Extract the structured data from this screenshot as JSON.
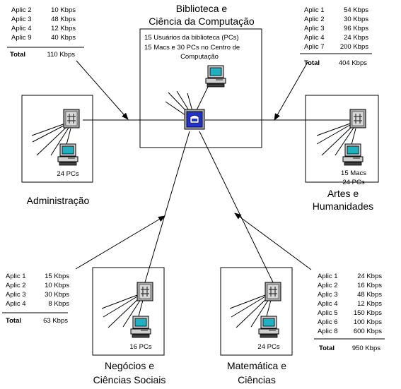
{
  "departments": {
    "library": {
      "title_line1": "Biblioteca e",
      "title_line2": "Ciência da Computação",
      "desc_line1": "15 Usuários da biblioteca (PCs)",
      "desc_line2": "15 Macs e 30 PCs no Centro de",
      "desc_line3": "Computação"
    },
    "admin": {
      "title": "Administração",
      "pcs_label": "24 PCs"
    },
    "arts": {
      "title_line1": "Artes e",
      "title_line2": "Humanidades",
      "macs_label": "15 Macs",
      "pcs_label": "24 PCs"
    },
    "business": {
      "title_line1": "Negócios e",
      "title_line2": "Ciências Sociais",
      "pcs_label": "16 PCs"
    },
    "math": {
      "title_line1": "Matemática e",
      "title_line2": "Ciências",
      "pcs_label": "24 PCs"
    }
  },
  "tables": {
    "admin": {
      "rows": [
        {
          "app": "Aplic 2",
          "rate": "10 Kbps"
        },
        {
          "app": "Aplic 3",
          "rate": "48 Kbps"
        },
        {
          "app": "Aplic 4",
          "rate": "12 Kbps"
        },
        {
          "app": "Aplic 9",
          "rate": "40 Kbps"
        }
      ],
      "total_label": "Total",
      "total_value": "110 Kbps"
    },
    "arts": {
      "rows": [
        {
          "app": "Aplic 1",
          "rate": "54 Kbps"
        },
        {
          "app": "Aplic 2",
          "rate": "30 Kbps"
        },
        {
          "app": "Aplic 3",
          "rate": "96 Kbps"
        },
        {
          "app": "Aplic 4",
          "rate": "24 Kbps"
        },
        {
          "app": "Aplic 7",
          "rate": "200 Kbps"
        }
      ],
      "total_label": "Total",
      "total_value": "404 Kbps"
    },
    "business": {
      "rows": [
        {
          "app": "Aplic 1",
          "rate": "15 Kbps"
        },
        {
          "app": "Aplic 2",
          "rate": "10 Kbps"
        },
        {
          "app": "Aplic 3",
          "rate": "30 Kbps"
        },
        {
          "app": "Aplic 4",
          "rate": "8 Kbps"
        }
      ],
      "total_label": "Total",
      "total_value": "63 Kbps"
    },
    "math": {
      "rows": [
        {
          "app": "Aplic 1",
          "rate": "24 Kbps"
        },
        {
          "app": "Aplic 2",
          "rate": "16 Kbps"
        },
        {
          "app": "Aplic 3",
          "rate": "48 Kbps"
        },
        {
          "app": "Aplic 4",
          "rate": "12 Kbps"
        },
        {
          "app": "Aplic 5",
          "rate": "150 Kbps"
        },
        {
          "app": "Aplic 6",
          "rate": "100 Kbps"
        },
        {
          "app": "Aplic 8",
          "rate": "600 Kbps"
        }
      ],
      "total_label": "Total",
      "total_value": "950 Kbps"
    }
  },
  "colors": {
    "router_face": "#2233cc",
    "hub_face": "#c0c0c0",
    "screen": "#20b0c0",
    "device_body": "#d0d0d0"
  }
}
